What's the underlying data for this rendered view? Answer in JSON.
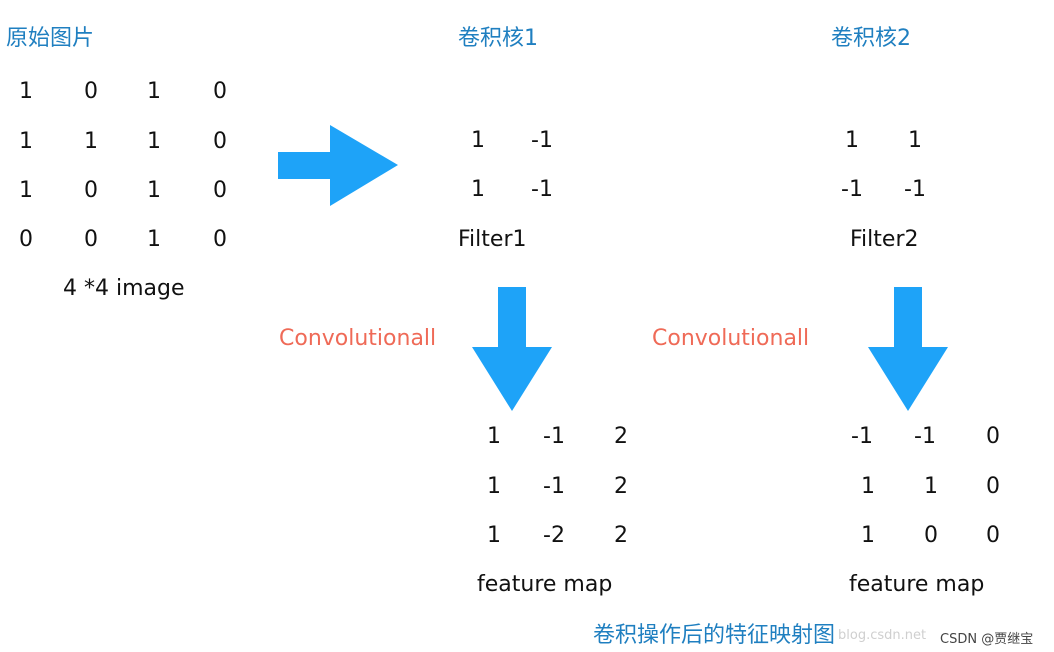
{
  "original": {
    "title": "原始图片",
    "matrix": [
      [
        "1",
        "0",
        "1",
        "0"
      ],
      [
        "1",
        "1",
        "1",
        "0"
      ],
      [
        "1",
        "0",
        "1",
        "0"
      ],
      [
        "0",
        "0",
        "1",
        "0"
      ]
    ],
    "caption": "4 *4 image"
  },
  "kernel1": {
    "title": "卷积核1",
    "matrix": [
      [
        "1",
        "-1"
      ],
      [
        "1",
        "-1"
      ]
    ],
    "caption": "Filter1"
  },
  "kernel2": {
    "title": "卷积核2",
    "matrix": [
      [
        "1",
        "1"
      ],
      [
        "-1",
        "-1"
      ]
    ],
    "caption": "Filter2"
  },
  "conv_label_1": "Convolutionall",
  "conv_label_2": "Convolutionall",
  "feature1": {
    "matrix": [
      [
        "1",
        "-1",
        "2"
      ],
      [
        "1",
        "-1",
        "2"
      ],
      [
        "1",
        "-2",
        "2"
      ]
    ],
    "caption": "feature map"
  },
  "feature2": {
    "matrix": [
      [
        "-1",
        "-1",
        "0"
      ],
      [
        "1",
        "1",
        "0"
      ],
      [
        "1",
        "0",
        "0"
      ]
    ],
    "caption": "feature map"
  },
  "bottom_title": "卷积操作后的特征映射图",
  "watermark": "CSDN @贾继宝",
  "watermark_faint": "blog.csdn.net",
  "colors": {
    "title": "#1f7fc0",
    "arrow": "#1ea3f8",
    "conv_label": "#ef6a57"
  }
}
